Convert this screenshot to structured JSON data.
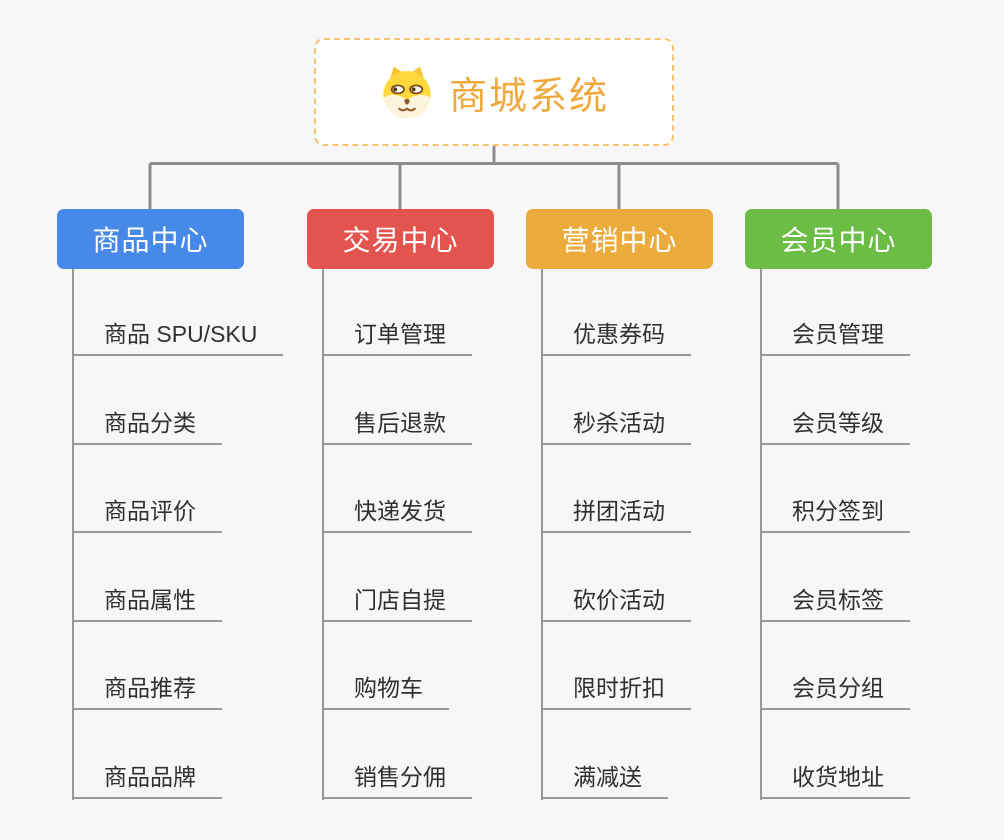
{
  "canvas": {
    "background": "#f7f7f7",
    "connector_color": "#8c8c8c",
    "leaf_line_color": "#97989a"
  },
  "root": {
    "label": "商城系统",
    "icon": "shiba-dog-icon",
    "text_color": "#efa93e",
    "border_color": "#f6c36f",
    "background": "#ffffff"
  },
  "branches": [
    {
      "label": "商品中心",
      "color": "#4689e8",
      "children": [
        "商品 SPU/SKU",
        "商品分类",
        "商品评价",
        "商品属性",
        "商品推荐",
        "商品品牌"
      ]
    },
    {
      "label": "交易中心",
      "color": "#e4544f",
      "children": [
        "订单管理",
        "售后退款",
        "快递发货",
        "门店自提",
        "购物车",
        "销售分佣"
      ]
    },
    {
      "label": "营销中心",
      "color": "#ecac3d",
      "children": [
        "优惠券码",
        "秒杀活动",
        "拼团活动",
        "砍价活动",
        "限时折扣",
        "满减送"
      ]
    },
    {
      "label": "会员中心",
      "color": "#6cbd45",
      "children": [
        "会员管理",
        "会员等级",
        "积分签到",
        "会员标签",
        "会员分组",
        "收货地址"
      ]
    }
  ]
}
